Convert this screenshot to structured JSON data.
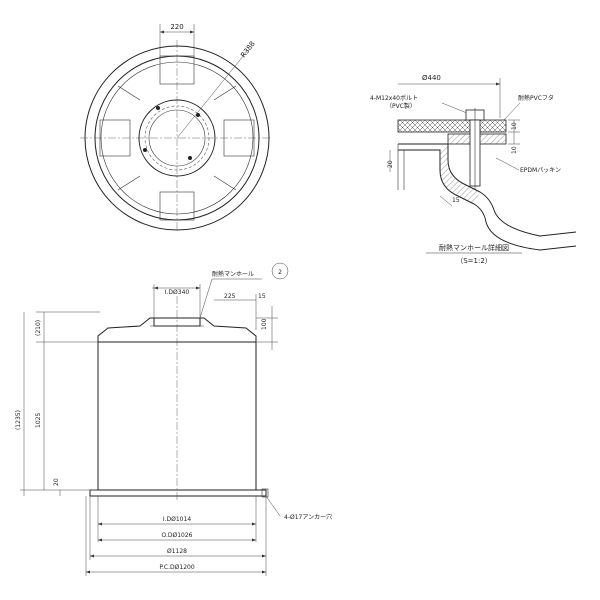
{
  "top_view": {
    "dim_width": "220",
    "dim_radius": "R388"
  },
  "detail": {
    "dim_width": "Ø440",
    "bolt_label": "4-M12x40ボルト",
    "bolt_material": "（PVC製）",
    "cover_label": "耐熱PVCフタ",
    "dim_cover": "10",
    "dim_flange": "10",
    "packing_label": "EPDMパッキン",
    "dim_side": "20",
    "dim_corner": "15",
    "title": "耐熱マンホール詳細図",
    "scale": "（S=1:2）"
  },
  "elevation": {
    "manhole_label": "耐熱マンホール",
    "callout": "2",
    "dim_manhole_id": "I.DØ340",
    "dim_225": "225",
    "dim_15": "15",
    "dim_100": "100",
    "dim_210": "(210)",
    "dim_1235": "(1235)",
    "dim_1025": "1025",
    "dim_20": "20",
    "anchor_label": "4-Ø17アンカー穴",
    "dim_id": "I.DØ1014",
    "dim_od": "O.DØ1026",
    "dim_base": "Ø1128",
    "dim_pcd": "P.C.DØ1200"
  }
}
